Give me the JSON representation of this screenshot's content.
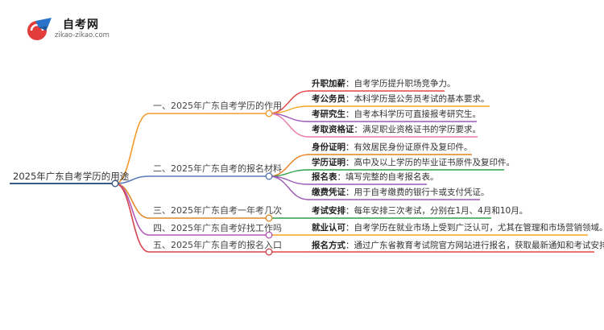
{
  "logo": {
    "title": "自考网",
    "url": "zikao-zikao.com"
  },
  "root": "2025年广东自考学历的用途",
  "colors": {
    "root": "#3a5a8a",
    "b1": "#f39b2b",
    "b2": "#5a79b8",
    "b3": "#e08a2a",
    "b4": "#b45ab8",
    "b5": "#d4454f",
    "l_red": "#e84545",
    "l_orange": "#f5a623",
    "l_purple": "#9b59b6",
    "l_pink": "#e879a8",
    "l_green": "#2fa14b",
    "l_darkorange": "#e8811f"
  },
  "branches": [
    {
      "label": "一、2025年广东自考学历的作用",
      "leaves": [
        {
          "key": "升职加薪",
          "value": "自考学历提升职场竞争力。"
        },
        {
          "key": "考公务员",
          "value": "本科学历是公务员考试的基本要求。"
        },
        {
          "key": "考研究生",
          "value": "自考本科学历可直接报考研究生。"
        },
        {
          "key": "考取资格证",
          "value": "满足职业资格证书的学历要求。"
        }
      ]
    },
    {
      "label": "二、2025年广东自考的报名材料",
      "leaves": [
        {
          "key": "身份证明",
          "value": "有效居民身份证原件及复印件。"
        },
        {
          "key": "学历证明",
          "value": "高中及以上学历的毕业证书原件及复印件。"
        },
        {
          "key": "报名表",
          "value": "填写完整的自考报名表。"
        },
        {
          "key": "缴费凭证",
          "value": "用于自考缴费的银行卡或支付凭证。"
        }
      ]
    },
    {
      "label": "三、2025年广东自考一年考几次",
      "leaves": [
        {
          "key": "考试安排",
          "value": "每年安排三次考试，分别在1月、4月和10月。"
        }
      ]
    },
    {
      "label": "四、2025年广东自考好找工作吗",
      "leaves": [
        {
          "key": "就业认可",
          "value": "自考学历在就业市场上受到广泛认可，尤其在管理和市场营销领域。"
        }
      ]
    },
    {
      "label": "五、2025年广东自考的报名入口",
      "leaves": [
        {
          "key": "报名方式",
          "value": "通过广东省教育考试院官方网站进行报名，获取最新通知和考试安排。"
        }
      ]
    }
  ]
}
